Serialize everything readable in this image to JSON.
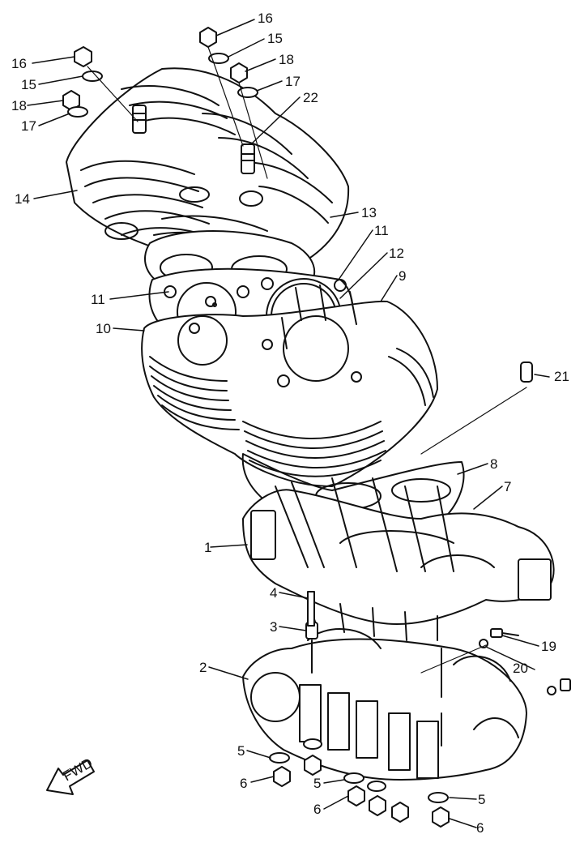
{
  "diagram": {
    "direction_label": "FWD",
    "parts": [
      {
        "key": "1",
        "label": "1"
      },
      {
        "key": "2",
        "label": "2"
      },
      {
        "key": "3",
        "label": "3"
      },
      {
        "key": "4",
        "label": "4"
      },
      {
        "key": "5",
        "label": "5"
      },
      {
        "key": "6",
        "label": "6"
      },
      {
        "key": "7",
        "label": "7"
      },
      {
        "key": "8",
        "label": "8"
      },
      {
        "key": "9",
        "label": "9"
      },
      {
        "key": "10",
        "label": "10"
      },
      {
        "key": "11",
        "label": "11"
      },
      {
        "key": "12",
        "label": "12"
      },
      {
        "key": "13",
        "label": "13"
      },
      {
        "key": "14",
        "label": "14"
      },
      {
        "key": "15",
        "label": "15"
      },
      {
        "key": "16",
        "label": "16"
      },
      {
        "key": "17",
        "label": "17"
      },
      {
        "key": "18",
        "label": "18"
      },
      {
        "key": "19",
        "label": "19"
      },
      {
        "key": "20",
        "label": "20"
      },
      {
        "key": "21",
        "label": "21"
      },
      {
        "key": "22",
        "label": "22"
      }
    ]
  }
}
